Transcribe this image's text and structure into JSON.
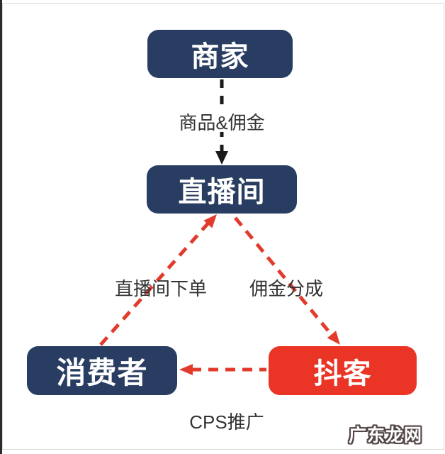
{
  "colors": {
    "node_navy": "#293d62",
    "node_red": "#ea3425",
    "arrow_black": "#1a1a1a",
    "arrow_red": "#e23b2c",
    "label_text": "#333333",
    "watermark_fill": "#ffffff",
    "watermark_outline": "#524646",
    "frame_border": "#dadada",
    "left_edge": "#2b2b2b"
  },
  "diagram": {
    "nodes": [
      {
        "id": "merchant",
        "label": "商家",
        "color": "#293d62"
      },
      {
        "id": "liveroom",
        "label": "直播间",
        "color": "#293d62"
      },
      {
        "id": "consumer",
        "label": "消费者",
        "color": "#293d62"
      },
      {
        "id": "douker",
        "label": "抖客",
        "color": "#ea3425"
      }
    ],
    "edges": [
      {
        "from": "merchant",
        "to": "liveroom",
        "label": "商品&佣金",
        "color": "#1a1a1a",
        "style": "dashed"
      },
      {
        "from": "consumer",
        "to": "liveroom",
        "label": "直播间下单",
        "color": "#e23b2c",
        "style": "dashed"
      },
      {
        "from": "liveroom",
        "to": "douker",
        "label": "佣金分成",
        "color": "#e23b2c",
        "style": "dashed"
      },
      {
        "from": "douker",
        "to": "consumer",
        "label": "CPS推广",
        "color": "#e23b2c",
        "style": "dashed"
      }
    ],
    "watermark": "广东龙网"
  }
}
